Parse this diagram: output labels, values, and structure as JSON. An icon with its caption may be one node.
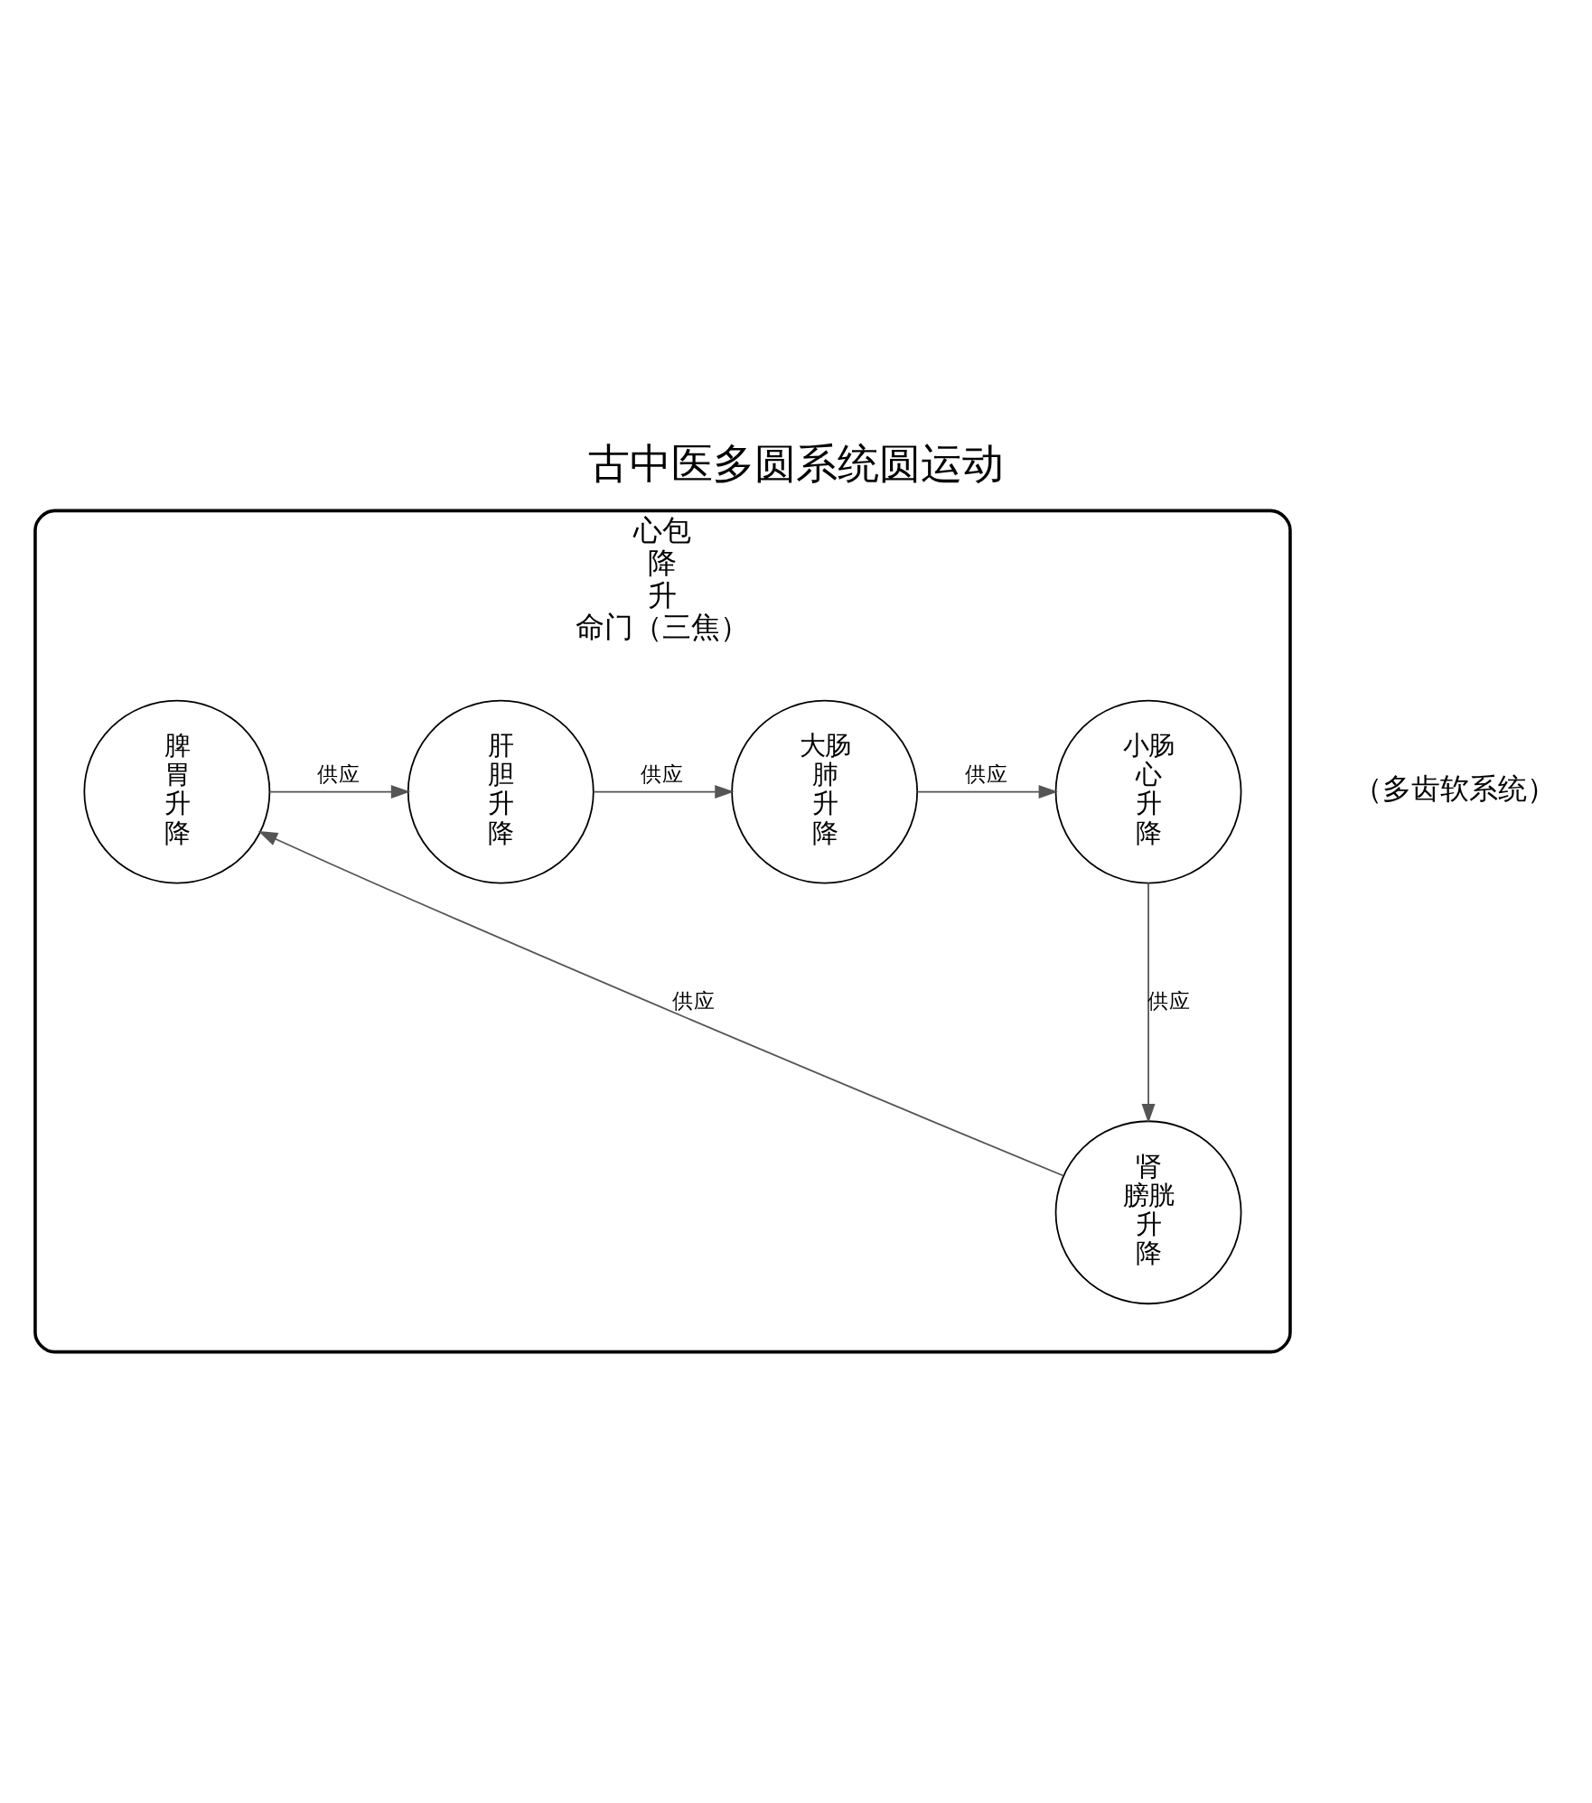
{
  "diagram": {
    "title": "古中医多圆系统圆运动",
    "nodes": [
      {
        "text": [
          "心包",
          "降",
          "升",
          "命门（三焦）"
        ]
      },
      {
        "text": [
          "小肠",
          "心",
          "升",
          "降"
        ],
        "in": 0
      },
      {
        "text": [
          "肝",
          "胆",
          "升",
          "降"
        ],
        "in": 0
      },
      {
        "text": [
          "脾",
          "胃",
          "升",
          "降"
        ],
        "in": 0
      },
      {
        "text": [
          "大肠",
          "肺",
          "升",
          "降"
        ],
        "in": 0
      },
      {
        "text": [
          "肾",
          "膀胱",
          "升",
          "降"
        ],
        "in": 0
      }
    ],
    "edges": [
      {
        "from": 4,
        "to": 1,
        "arrow": "to",
        "label": "供应"
      },
      {
        "from": 2,
        "to": 4,
        "arrow": "to",
        "label": "供应"
      },
      {
        "from": 3,
        "to": 2,
        "arrow": "to",
        "label": "供应"
      },
      {
        "from": 1,
        "to": 5,
        "arrow": "to",
        "label": "供应"
      },
      {
        "from": 5,
        "to": 3,
        "arrow": "to",
        "label": "供应"
      }
    ],
    "labels": [
      "（多齿软系统）"
    ]
  }
}
